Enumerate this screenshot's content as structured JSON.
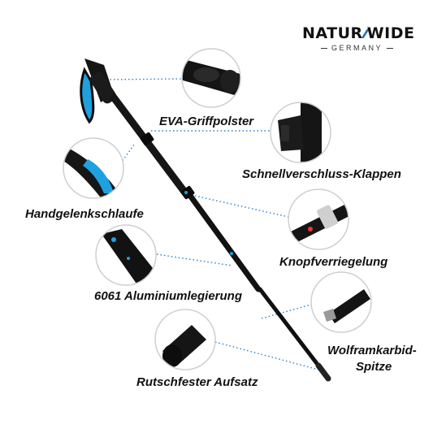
{
  "brand": {
    "name_left": "NATUR",
    "name_right": "WIDE",
    "country": "GERMANY"
  },
  "features": {
    "eva": "EVA-Griffpolster",
    "quick_lock": "Schnellverschluss-Klappen",
    "wrist_strap": "Handgelenkschlaufe",
    "button_lock": "Knopfverriegelung",
    "aluminium": "6061 Aluminiumlegierung",
    "tip_line1": "Wolframkarbid-",
    "tip_line2": "Spitze",
    "rubber_foot": "Rutschfester Aufsatz"
  },
  "colors": {
    "accent_blue": "#1fa0df",
    "pole_black": "#121212",
    "dots": "#2a7fc9",
    "ring": "#cfcfcf"
  }
}
